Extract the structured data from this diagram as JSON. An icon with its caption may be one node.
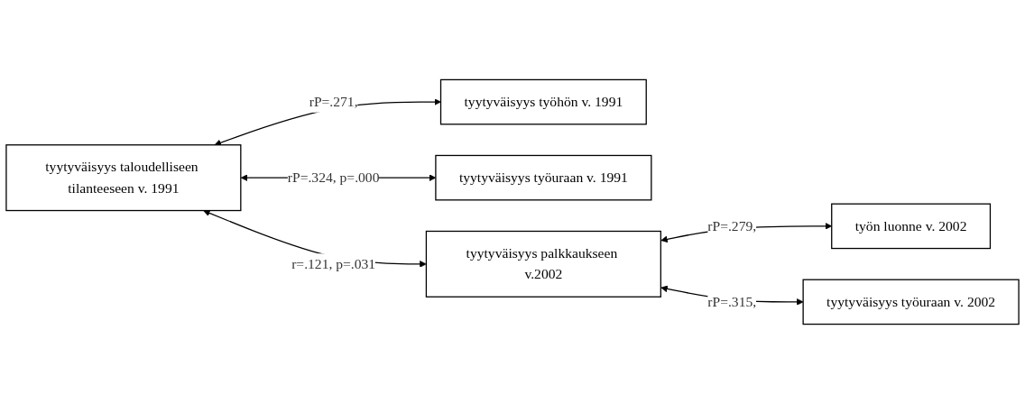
{
  "diagram": {
    "nodes": [
      {
        "text": [
          "tyytyväisyys taloudelliseen tilanteeseen v. 1991"
        ]
      },
      {
        "text": [
          "tyytyväisyys työhön v. 1991"
        ]
      },
      {
        "text": [
          "tyytyväisyys työuraan v. 1991"
        ]
      },
      {
        "text": [
          "tyytyväisyys palkkaukseen v.2002"
        ]
      },
      {
        "text": [
          "työn luonne v. 2002"
        ]
      },
      {
        "text": [
          "tyytyväisyys työuraan v. 2002"
        ]
      }
    ],
    "edges": [
      {
        "from": 0,
        "to": 1,
        "arrow": "both",
        "label": "rP=.271,"
      },
      {
        "from": 0,
        "to": 2,
        "arrow": "both",
        "label": "rP=.324, p=.000"
      },
      {
        "from": 0,
        "to": 3,
        "arrow": "both",
        "label": "r=.121, p=.031"
      },
      {
        "from": 3,
        "to": 4,
        "arrow": "both",
        "label": "rP=.279,"
      },
      {
        "from": 3,
        "to": 5,
        "arrow": "both",
        "label": "rP=.315,"
      }
    ]
  }
}
